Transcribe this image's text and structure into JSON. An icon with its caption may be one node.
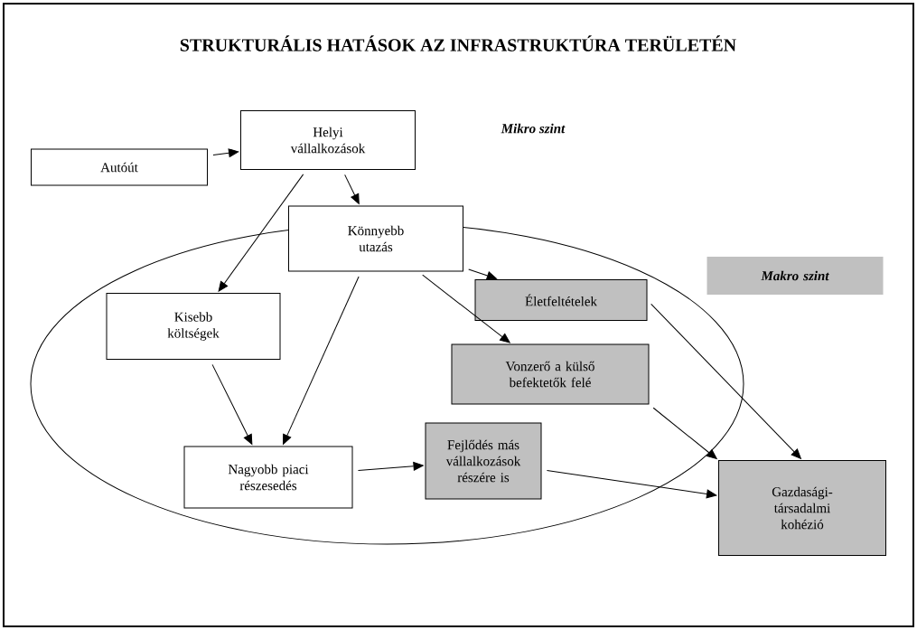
{
  "diagram": {
    "title": "STRUKTURÁLIS HATÁSOK AZ INFRASTRUKTÚRA TERÜLETÉN",
    "nodes": [
      {
        "text": [
          "Autóút"
        ]
      },
      {
        "text": [
          "Helyi vállalkozások"
        ]
      },
      {
        "text": [],
        "shape": "ellipse"
      },
      {
        "text": [
          "Könnyebb utazás"
        ]
      },
      {
        "text": [
          "Makro szint"
        ]
      },
      {
        "text": [
          "Életfeltételek"
        ],
        "in": 2
      },
      {
        "text": [
          "Kisebb költségek"
        ],
        "in": 2
      },
      {
        "text": [
          "Vonzerő a külső befektetők felé"
        ],
        "in": 2
      },
      {
        "text": [
          "Nagyobb piaci részesedés"
        ],
        "in": 2
      },
      {
        "text": [
          "Fejlődés más vállalkozások részére is"
        ],
        "in": 2
      },
      {
        "text": [
          "Gazdasági-társadalmi kohézió"
        ]
      }
    ],
    "edges": [
      {
        "from": 0,
        "to": 1,
        "arrow": "to"
      },
      {
        "from": 1,
        "to": 6,
        "arrow": "to"
      },
      {
        "from": 1,
        "to": 3,
        "arrow": "to"
      },
      {
        "from": 3,
        "to": 5,
        "arrow": "to"
      },
      {
        "from": 3,
        "to": 8,
        "arrow": "to"
      },
      {
        "from": 3,
        "to": 7,
        "arrow": "to"
      },
      {
        "from": 6,
        "to": 8,
        "arrow": "to"
      },
      {
        "from": 8,
        "to": 9,
        "arrow": "to"
      },
      {
        "from": 9,
        "to": 10,
        "arrow": "to"
      },
      {
        "from": 7,
        "to": 10,
        "arrow": "to"
      },
      {
        "from": 5,
        "to": 10,
        "arrow": "to"
      }
    ],
    "labels": [
      "Mikro szint"
    ]
  }
}
